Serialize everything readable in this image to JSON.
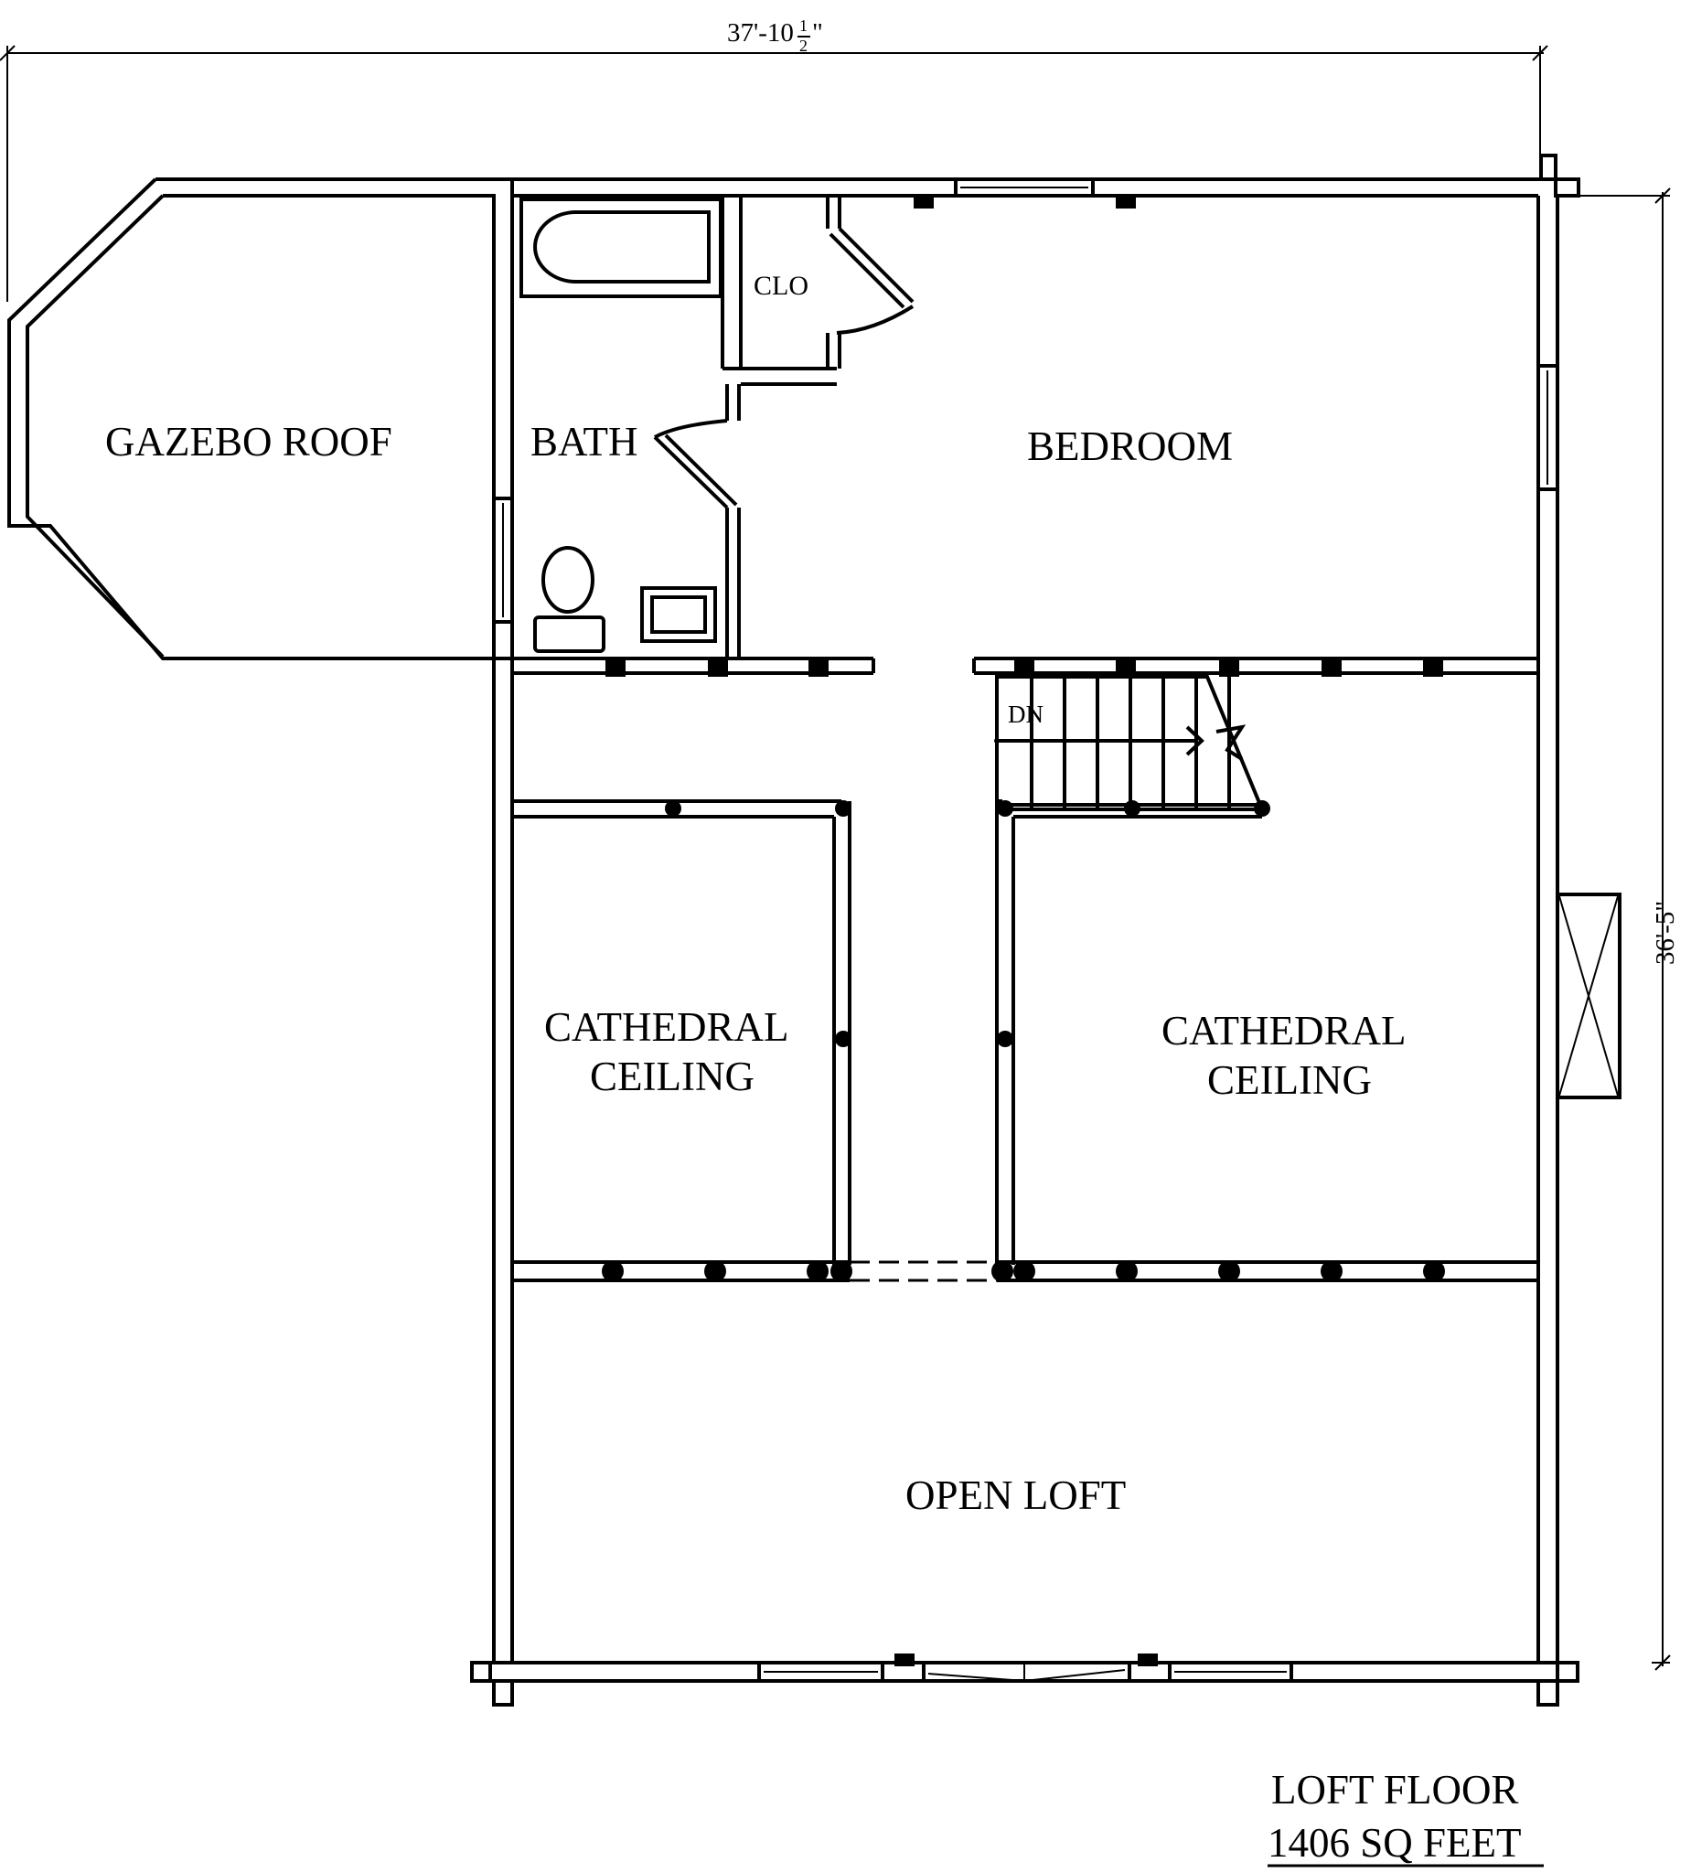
{
  "dimensions": {
    "width": "37'-10",
    "width_fraction_num": "1",
    "width_fraction_den": "2",
    "width_suffix": "\"",
    "depth": "36'-5\""
  },
  "rooms": {
    "gazebo_roof": "GAZEBO ROOF",
    "bath": "BATH",
    "closet": "CLO",
    "bedroom": "BEDROOM",
    "stair_dn": "DN",
    "cathedral_left_1": "CATHEDRAL",
    "cathedral_left_2": "CEILING",
    "cathedral_right_1": "CATHEDRAL",
    "cathedral_right_2": "CEILING",
    "open_loft": "OPEN LOFT"
  },
  "caption": {
    "title": "LOFT FLOOR",
    "area": "1406 SQ FEET"
  }
}
